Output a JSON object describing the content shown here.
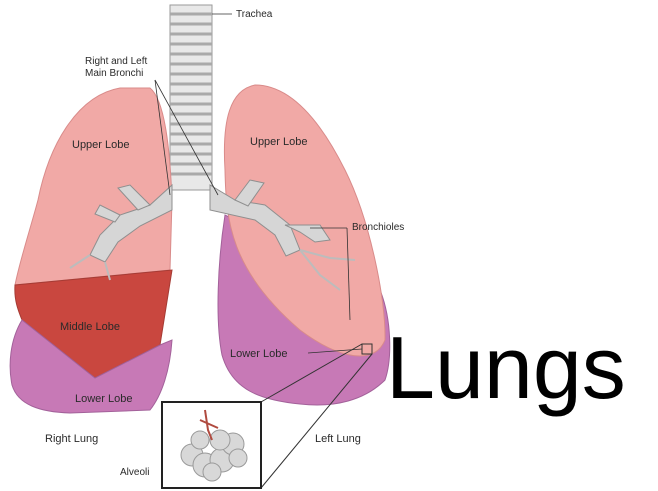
{
  "title": "Lungs",
  "labels": {
    "trachea": "Trachea",
    "main_bronchi_line1": "Right and Left",
    "main_bronchi_line2": "Main Bronchi",
    "upper_lobe_right": "Upper Lobe",
    "upper_lobe_left": "Upper Lobe",
    "bronchioles": "Bronchioles",
    "middle_lobe": "Middle Lobe",
    "lower_lobe_left": "Lower Lobe",
    "lower_lobe_right": "Lower Lobe",
    "right_lung": "Right Lung",
    "left_lung": "Left Lung",
    "alveoli": "Alveoli"
  },
  "colors": {
    "upper_lobe": "#f0a7a6",
    "middle_lobe": "#c9473f",
    "lower_lobe": "#c779b6",
    "trachea": "#e6e6e6",
    "bronchi": "#d0d0d0"
  }
}
